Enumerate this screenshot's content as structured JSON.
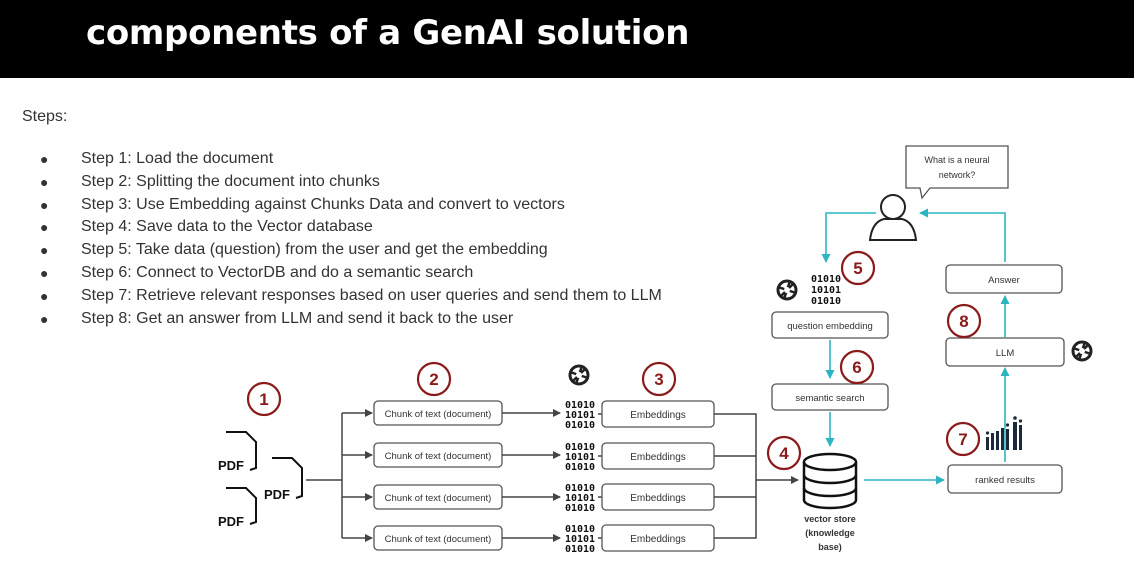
{
  "header": {
    "title": "components of a GenAI solution"
  },
  "steps_label": "Steps:",
  "steps": [
    "Step 1: Load the document",
    "Step 2: Splitting the document into chunks",
    "Step 3: Use Embedding against Chunks Data and convert to vectors",
    "Step 4: Save data to the Vector database",
    "Step 5: Take data (question) from the user and get the embedding",
    "Step 6: Connect to VectorDB and do a semantic search",
    "Step 7: Retrieve relevant responses based on user queries and send them to LLM",
    "Step 8: Get an answer from LLM and send it back to the user"
  ],
  "diagram": {
    "pdf_label": "PDF",
    "chunk_label": "Chunk of text (document)",
    "embeddings_label": "Embeddings",
    "binary_lines": [
      "01010",
      "10101",
      "01010"
    ],
    "vector_store_label": [
      "vector store",
      "(knowledge",
      "base)"
    ],
    "question_embedding": "question embedding",
    "semantic_search": "semantic search",
    "ranked_results": "ranked results",
    "llm": "LLM",
    "answer": "Answer",
    "question_bubble": [
      "What is a neural",
      "network?"
    ],
    "step_numbers": [
      "1",
      "2",
      "3",
      "4",
      "5",
      "6",
      "7",
      "8"
    ],
    "colors": {
      "circle": "#8b1a1a",
      "arrow_teal": "#2bb5c0",
      "arrow_dark": "#444444"
    }
  }
}
